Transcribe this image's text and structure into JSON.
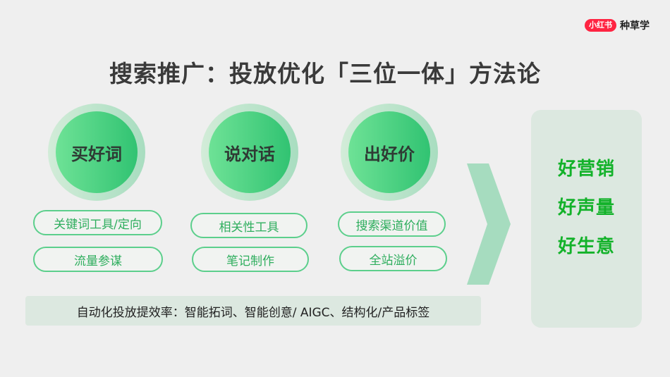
{
  "brand": {
    "badge": "小红书",
    "name": "种草学",
    "badge_color": "#ff2442"
  },
  "title": "搜索推广：投放优化「三位一体」方法论",
  "pillars": [
    {
      "label": "买好词",
      "tags": [
        "关键词工具/定向",
        "流量参谋"
      ]
    },
    {
      "label": "说对话",
      "tags": [
        "相关性工具",
        "笔记制作"
      ]
    },
    {
      "label": "出好价",
      "tags": [
        "搜索渠道价值",
        "全站溢价"
      ]
    }
  ],
  "automation_bar": "自动化投放提效率：智能拓词、智能创意/ AIGC、结构化/产品标签",
  "arrow_icon": "chevron-right-icon",
  "results": [
    "好营销",
    "好声量",
    "好生意"
  ],
  "colors": {
    "accent_green": "#31c372",
    "result_green": "#13b22a",
    "pill_border": "#5ccf8c",
    "panel_bg": "#dce8e0",
    "chevron": "#a6dcbf"
  }
}
